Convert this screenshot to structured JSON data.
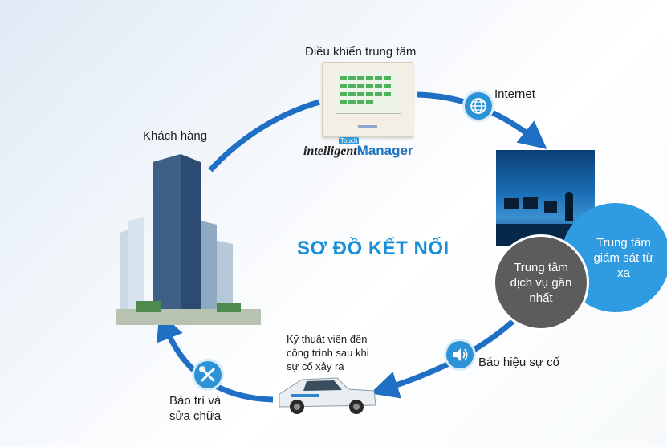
{
  "title": "SƠ ĐỒ KẾT NỐI",
  "nodes": {
    "central_control": "Điều khiển trung tâm",
    "internet": "Internet",
    "customer": "Khách hàng",
    "alert": "Báo hiệu sự cố",
    "maintenance_line1": "Bảo trì và",
    "maintenance_line2": "sửa chữa",
    "technician_line1": "Kỹ thuật viên đến",
    "technician_line2": "công trình sau khi",
    "technician_line3": "sự cố xảy ra"
  },
  "bubbles": {
    "remote_monitoring": "Trung tâm giám sát từ xa",
    "nearest_service": "Trung tâm dịch vụ gần nhất"
  },
  "logo": {
    "intelligent": "intelligent",
    "touch": "Touch",
    "manager": "Manager"
  },
  "colors": {
    "accent": "#2b93d6",
    "title": "#1a8fd8",
    "dark_bubble": "#5c5c5c"
  },
  "icons": [
    "globe-icon",
    "speaker-icon",
    "tools-icon"
  ]
}
